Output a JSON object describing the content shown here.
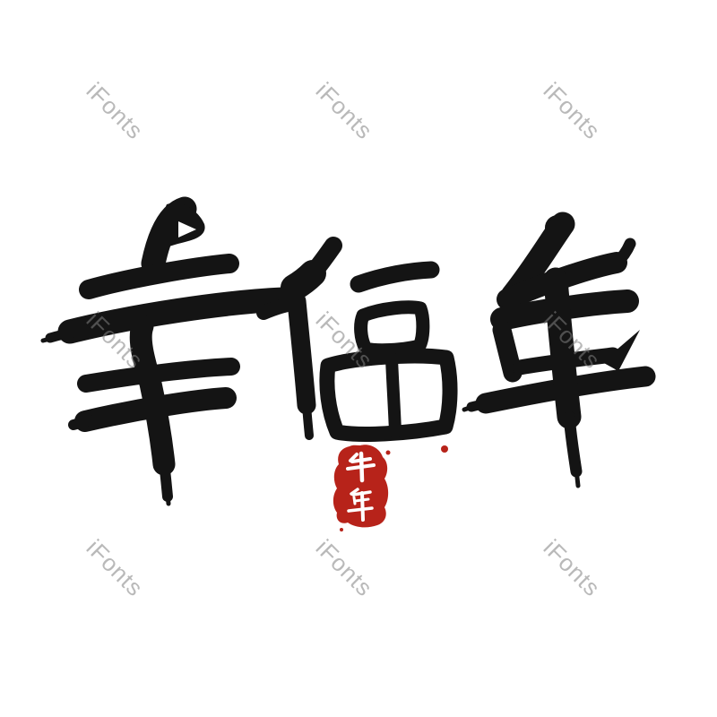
{
  "artwork": {
    "text": "幸福年",
    "characters": [
      "幸",
      "福",
      "年"
    ],
    "ink_color": "#141414"
  },
  "seal": {
    "text": "牛年",
    "characters": [
      "牛",
      "年"
    ],
    "background_color": "#b7231a",
    "text_color": "#ffffff"
  },
  "watermark": {
    "text": "iFonts",
    "color": "#888888"
  },
  "canvas": {
    "background_color": "#ffffff"
  }
}
